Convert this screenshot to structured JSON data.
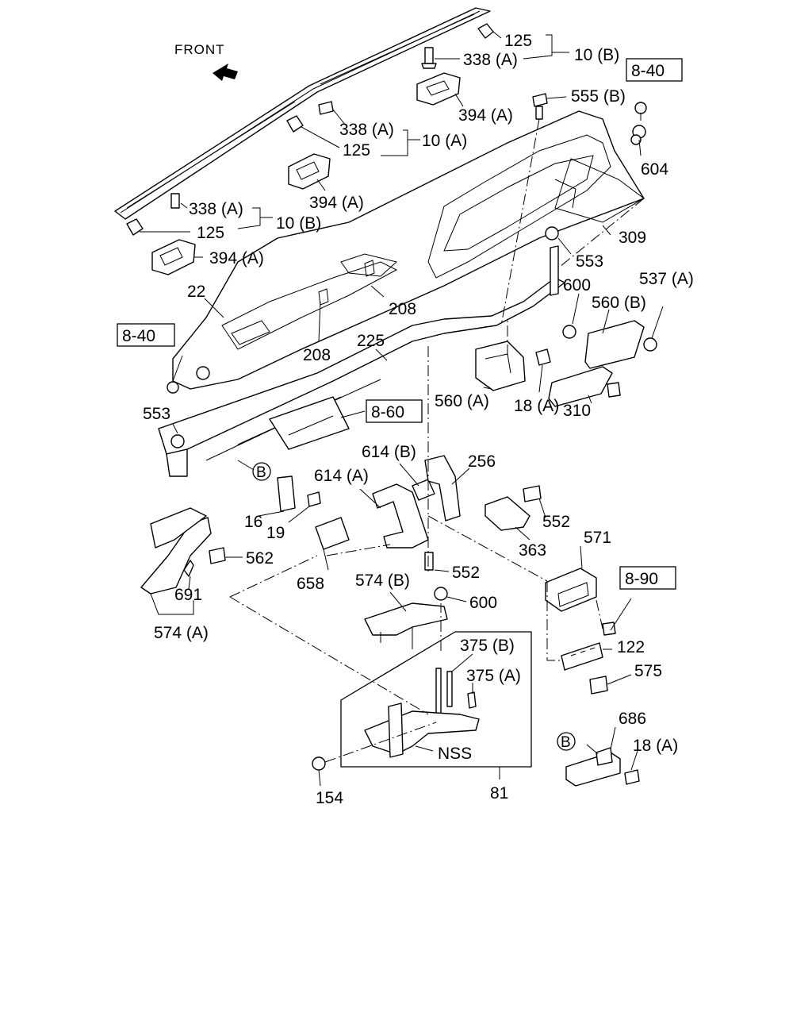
{
  "labels": {
    "front": "FRONT",
    "p125_top": "125",
    "p338a_top": "338 (A)",
    "p10b_top": "10 (B)",
    "p394a_top": "394 (A)",
    "p555b": "555 (B)",
    "ref_840_top": "8-40",
    "p604": "604",
    "p338a_mid": "338 (A)",
    "p125_mid": "125",
    "p10a": "10 (A)",
    "p394a_mid": "394 (A)",
    "p309": "309",
    "p338a_left": "338 (A)",
    "p125_left": "125",
    "p10b_left": "10 (B)",
    "p394a_left": "394 (A)",
    "p553_right": "553",
    "p537a": "537 (A)",
    "p600_right": "600",
    "p560b": "560 (B)",
    "p22": "22",
    "p208_right": "208",
    "p208_left": "208",
    "ref_840_left": "8-40",
    "p225": "225",
    "p560a": "560 (A)",
    "p18a_mid": "18 (A)",
    "p310": "310",
    "ref_860": "8-60",
    "p553_left": "553",
    "circle_b": "B",
    "p614b": "614 (B)",
    "p256": "256",
    "p614a": "614 (A)",
    "p16": "16",
    "p19": "19",
    "p552_right": "552",
    "p363": "363",
    "p571": "571",
    "p562": "562",
    "p658": "658",
    "p552_mid": "552",
    "ref_890": "8-90",
    "p691": "691",
    "p574b": "574 (B)",
    "p600_low": "600",
    "p574a": "574 (A)",
    "p122": "122",
    "p375b": "375 (B)",
    "p375a": "375 (A)",
    "p575": "575",
    "nss": "NSS",
    "p686": "686",
    "circle_b_low": "B",
    "p18a_low": "18 (A)",
    "p154": "154",
    "p81": "81"
  }
}
